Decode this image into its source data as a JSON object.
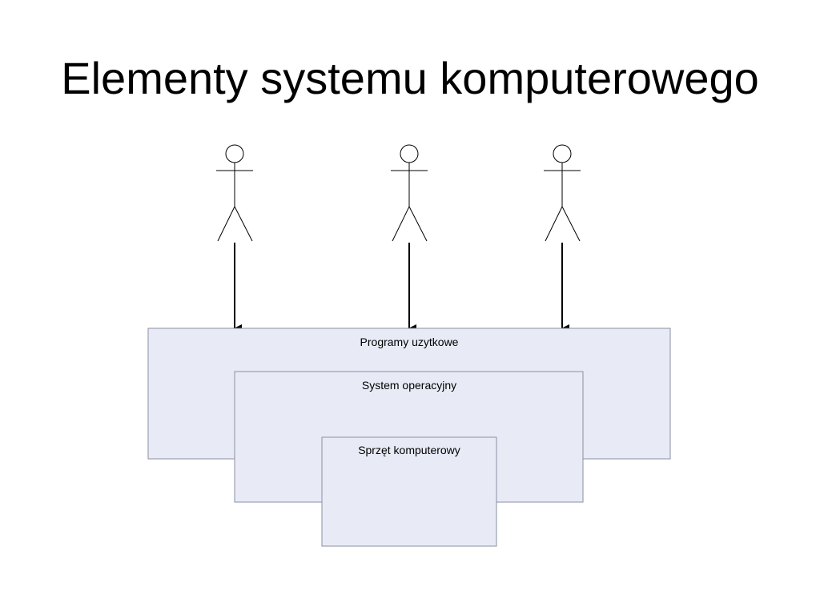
{
  "title": "Elementy systemu komputerowego",
  "layers": [
    {
      "id": "applications",
      "label": "Programy uzytkowe"
    },
    {
      "id": "operating-system",
      "label": "System operacyjny"
    },
    {
      "id": "hardware",
      "label": "Sprzęt komputerowy"
    }
  ],
  "colors": {
    "box_fill": "#e8ebf6",
    "box_stroke": "#8a8fa3",
    "figure_stroke": "#000000"
  }
}
